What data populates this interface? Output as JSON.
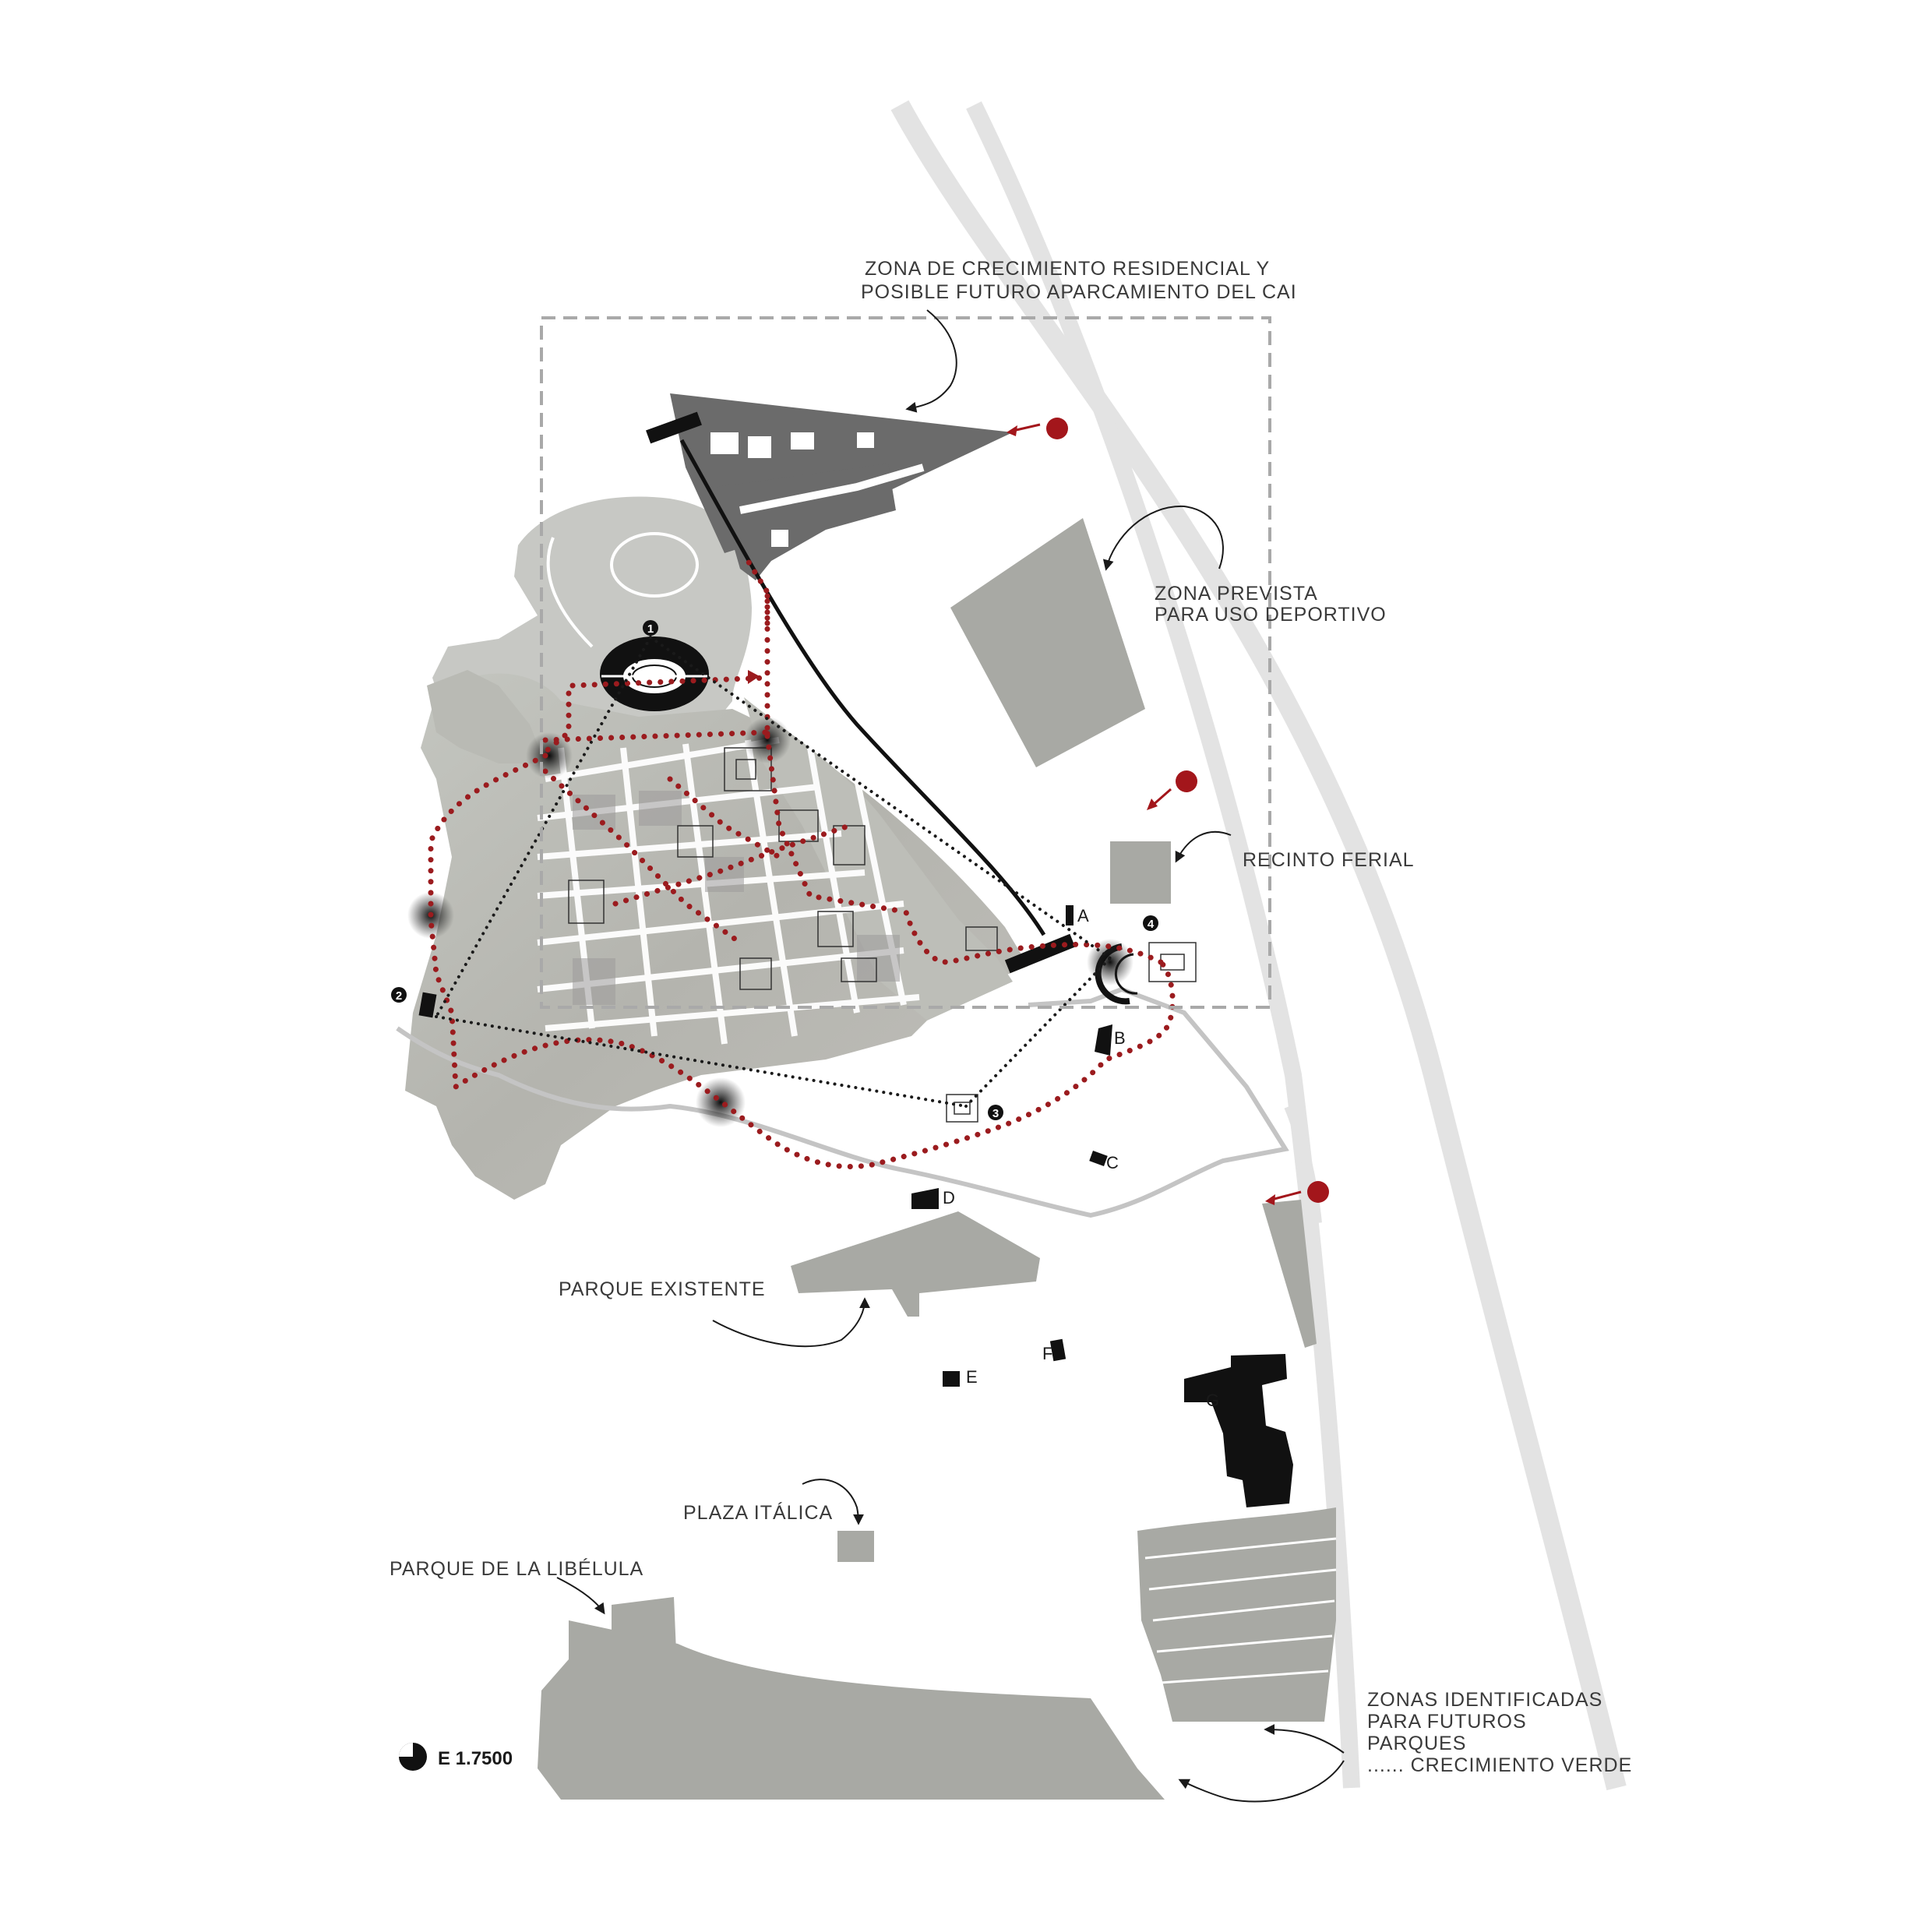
{
  "labels": {
    "residential_1": "ZONA DE CRECIMIENTO RESIDENCIAL Y",
    "residential_2": "POSIBLE FUTURO APARCAMIENTO DEL CAI",
    "sports_1": "ZONA PREVISTA",
    "sports_2": "PARA USO DEPORTIVO",
    "fair": "RECINTO FERIAL",
    "existing_park": "PARQUE EXISTENTE",
    "plaza": "PLAZA ITÁLICA",
    "libelula": "PARQUE DE LA LIBÉLULA",
    "future_parks_1": "ZONAS IDENTIFICADAS",
    "future_parks_2": "PARA FUTUROS",
    "future_parks_3": "PARQUES",
    "future_parks_4": "...... CRECIMIENTO VERDE"
  },
  "points": [
    "1",
    "2",
    "3",
    "4"
  ],
  "building_letters": [
    "A",
    "B",
    "C",
    "D",
    "E",
    "F",
    "G"
  ],
  "scale": "E 1.7500",
  "colors": {
    "route_red": "#9b1b1e",
    "access_red": "#a3161b",
    "park_grey": "#a8a9a4",
    "dark_grey": "#6b6b6b",
    "road_grey": "#e3e3e3",
    "site_grey": "#b5b5b0"
  }
}
